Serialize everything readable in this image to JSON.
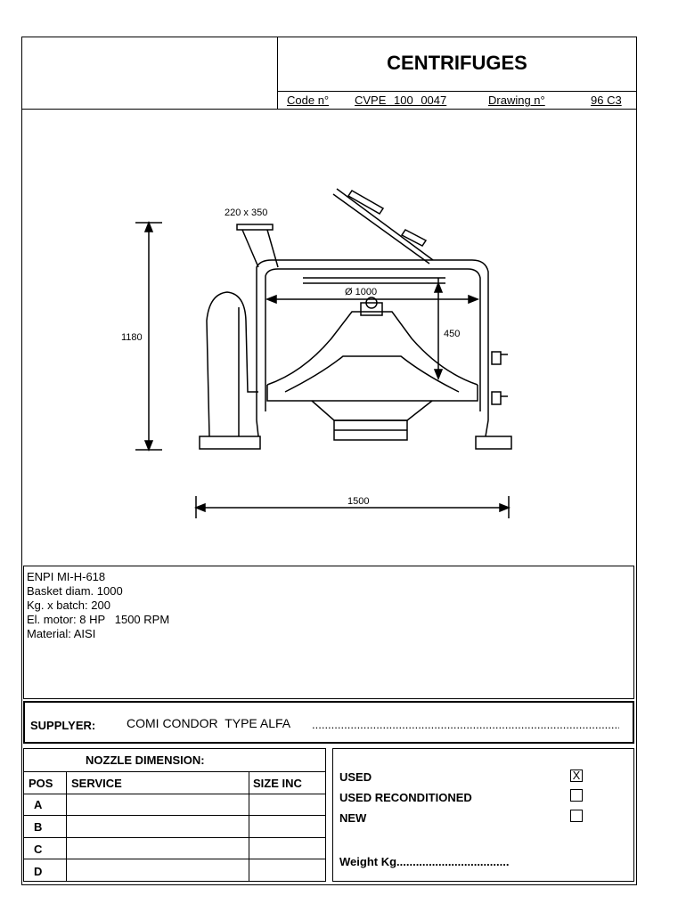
{
  "header": {
    "title": "CENTRIFUGES",
    "code_label": "Code n°",
    "code_value": "CVPE 100 0047",
    "drawing_label": "Drawing n°",
    "drawing_value": "96 C3"
  },
  "drawing": {
    "dim_inlet": "220 x 350",
    "dim_basket": "Ø 1000",
    "dim_depth": "450",
    "dim_height": "1180",
    "dim_width": "1500"
  },
  "specs": [
    "ENPI MI-H-618",
    "Basket diam. 1000",
    "Kg. x batch: 200",
    "El. motor: 8 HP   1500 RPM",
    "Material: AISI"
  ],
  "supplier": {
    "label": "SUPPLYER:",
    "value": "COMI CONDOR  TYPE ALFA",
    "dots": "......................................................................................................................................................"
  },
  "nozzle": {
    "title": "NOZZLE DIMENSION:",
    "headers": [
      "POS",
      "SERVICE",
      "SIZE INC"
    ],
    "rows": [
      "A",
      "B",
      "C",
      "D"
    ]
  },
  "condition": {
    "options": [
      {
        "label": "USED",
        "checked": true
      },
      {
        "label": "USED RECONDITIONED",
        "checked": false
      },
      {
        "label": "NEW",
        "checked": false
      }
    ],
    "check_mark": "X",
    "weight_label": "Weight Kg..................................."
  }
}
